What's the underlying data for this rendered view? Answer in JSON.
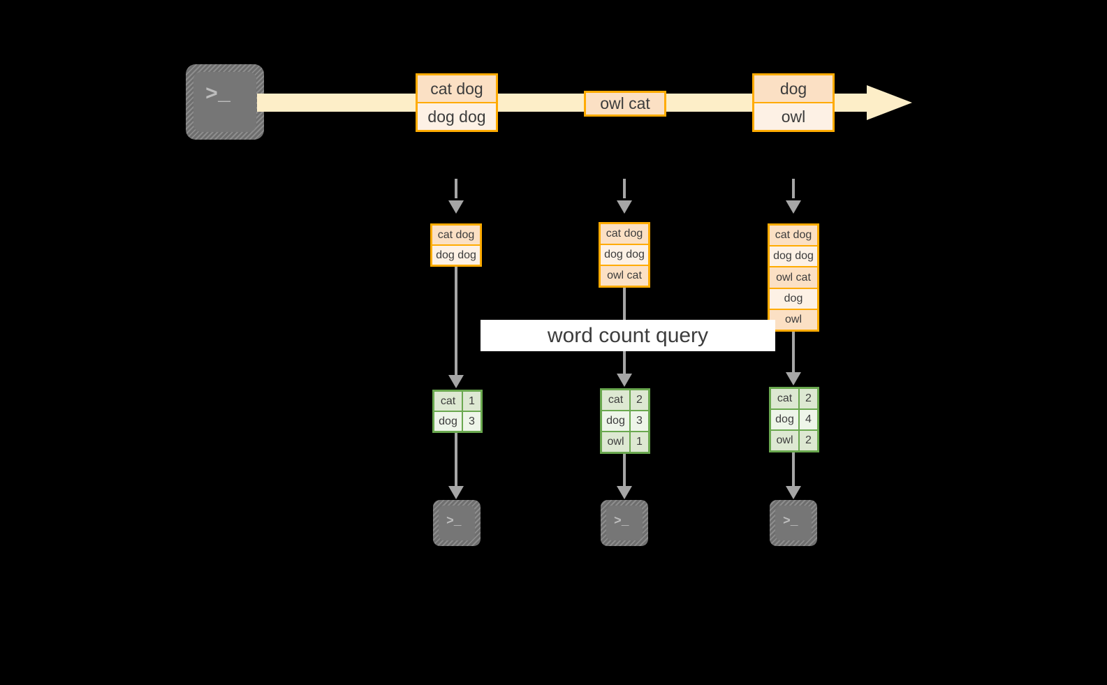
{
  "diagram": {
    "title_label": "word count query",
    "colors": {
      "background": "#000000",
      "stream_band": "#fdeec8",
      "record_border": "#ffab00",
      "record_fill_dark": "#fbe0c4",
      "record_fill_light": "#fdf1e5",
      "table_border": "#6aa84f",
      "table_fill_dark": "#dde8d2",
      "table_fill_light": "#eef5e9",
      "arrow_grey": "#a6a6a6",
      "terminal_grey": "#767676",
      "label_bg": "#ffffff"
    },
    "source_terminal": {
      "icon": "terminal-icon",
      "prompt": ">_"
    },
    "stream": {
      "icon": "arrow-right-icon",
      "groups": [
        {
          "id": "group-1",
          "records": [
            "cat dog",
            "dog dog"
          ]
        },
        {
          "id": "group-2",
          "records": [
            "owl cat"
          ]
        },
        {
          "id": "group-3",
          "records": [
            "dog",
            "owl"
          ]
        }
      ]
    },
    "columns": [
      {
        "id": "column-1",
        "input_records": [
          "cat dog",
          "dog dog"
        ],
        "counts": [
          {
            "word": "cat",
            "count": "1"
          },
          {
            "word": "dog",
            "count": "3"
          }
        ],
        "sink_terminal": {
          "icon": "terminal-icon",
          "prompt": ">_"
        }
      },
      {
        "id": "column-2",
        "input_records": [
          "cat dog",
          "dog dog",
          "owl cat"
        ],
        "counts": [
          {
            "word": "cat",
            "count": "2"
          },
          {
            "word": "dog",
            "count": "3"
          },
          {
            "word": "owl",
            "count": "1"
          }
        ],
        "sink_terminal": {
          "icon": "terminal-icon",
          "prompt": ">_"
        }
      },
      {
        "id": "column-3",
        "input_records": [
          "cat dog",
          "dog dog",
          "owl cat",
          "dog",
          "owl"
        ],
        "counts": [
          {
            "word": "cat",
            "count": "2"
          },
          {
            "word": "dog",
            "count": "4"
          },
          {
            "word": "owl",
            "count": "2"
          }
        ],
        "sink_terminal": {
          "icon": "terminal-icon",
          "prompt": ">_"
        }
      }
    ]
  }
}
